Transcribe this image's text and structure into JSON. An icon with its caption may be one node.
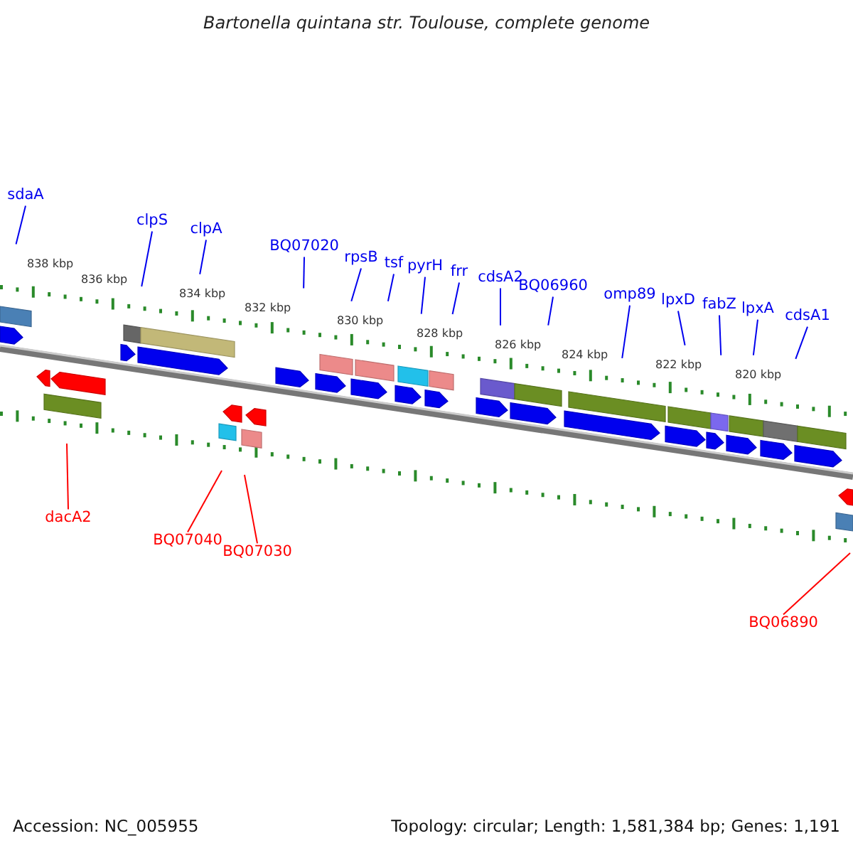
{
  "diagram": {
    "title": "Bartonella quintana str. Toulouse, complete genome",
    "nodes": [
      {
        "text": [
          "sdaA"
        ]
      },
      {
        "text": [
          "clpS"
        ]
      },
      {
        "text": [
          "clpA"
        ]
      },
      {
        "text": [
          "BQ07020"
        ]
      },
      {
        "text": [
          "rpsB"
        ]
      },
      {
        "text": [
          "tsf"
        ]
      },
      {
        "text": [
          "pyrH"
        ]
      },
      {
        "text": [
          "frr"
        ]
      },
      {
        "text": [
          "cdsA2"
        ]
      },
      {
        "text": [
          "BQ06960"
        ]
      },
      {
        "text": [
          "omp89"
        ]
      },
      {
        "text": [
          "lpxD"
        ]
      },
      {
        "text": [
          "fabZ"
        ]
      },
      {
        "text": [
          "lpxA"
        ]
      },
      {
        "text": [
          "cdsA1"
        ]
      },
      {
        "text": [
          "dacA2"
        ]
      },
      {
        "text": [
          "BQ07040"
        ]
      },
      {
        "text": [
          "BQ07030"
        ]
      },
      {
        "text": [
          "BQ06890"
        ]
      }
    ],
    "edges": [
      {
        "from": 0,
        "to": null,
        "arrow": "none"
      },
      {
        "from": 1,
        "to": null,
        "arrow": "none"
      },
      {
        "from": 2,
        "to": null,
        "arrow": "none"
      },
      {
        "from": 3,
        "to": null,
        "arrow": "none"
      },
      {
        "from": 4,
        "to": null,
        "arrow": "none"
      },
      {
        "from": 5,
        "to": null,
        "arrow": "none"
      },
      {
        "from": 6,
        "to": null,
        "arrow": "none"
      },
      {
        "from": 7,
        "to": null,
        "arrow": "none"
      },
      {
        "from": 8,
        "to": null,
        "arrow": "none"
      },
      {
        "from": 9,
        "to": null,
        "arrow": "none"
      },
      {
        "from": 10,
        "to": null,
        "arrow": "none"
      },
      {
        "from": 11,
        "to": null,
        "arrow": "none"
      },
      {
        "from": 12,
        "to": null,
        "arrow": "none"
      },
      {
        "from": 13,
        "to": null,
        "arrow": "none"
      },
      {
        "from": 14,
        "to": null,
        "arrow": "none"
      },
      {
        "from": 15,
        "to": null,
        "arrow": "none",
        "color": "#ff0000"
      },
      {
        "from": 16,
        "to": null,
        "arrow": "none",
        "color": "#ff0000"
      },
      {
        "from": 17,
        "to": null,
        "arrow": "none",
        "color": "#ff0000"
      },
      {
        "from": 18,
        "to": null,
        "arrow": "none",
        "color": "#ff0000"
      }
    ],
    "labels": [
      "838 kbp",
      "836 kbp",
      "834 kbp",
      "832 kbp",
      "830 kbp",
      "828 kbp",
      "826 kbp",
      "824 kbp",
      "822 kbp",
      "820 kbp",
      "Accession: NC_005955",
      "Topology: circular; Length: 1,581,384 bp; Genes: 1,191"
    ]
  }
}
